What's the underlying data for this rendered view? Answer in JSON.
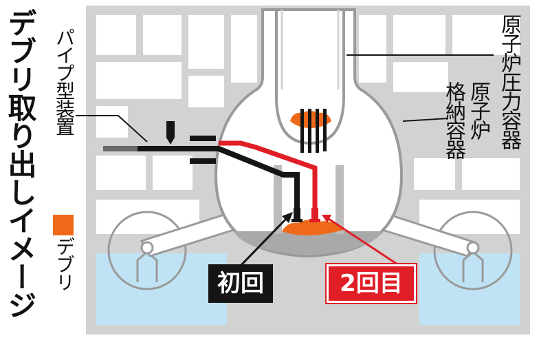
{
  "title": "デブリ取り出しイメージ",
  "labels": {
    "pipe_device": "パイプ型装置",
    "rpv": "原子炉圧力容器",
    "pcv_line1": "原子炉",
    "pcv_line2": "格納容器",
    "debris_legend": "デブリ",
    "first": "初回",
    "second": "2回目"
  },
  "colors": {
    "building": "#d2d2d2",
    "water": "#bfe3f4",
    "debris": "#ee6a1a",
    "first_pipe": "#151515",
    "second_pipe": "#e01e26",
    "containment_fill": "#ffffff",
    "vessel_bottom": "#a9a9a9"
  }
}
